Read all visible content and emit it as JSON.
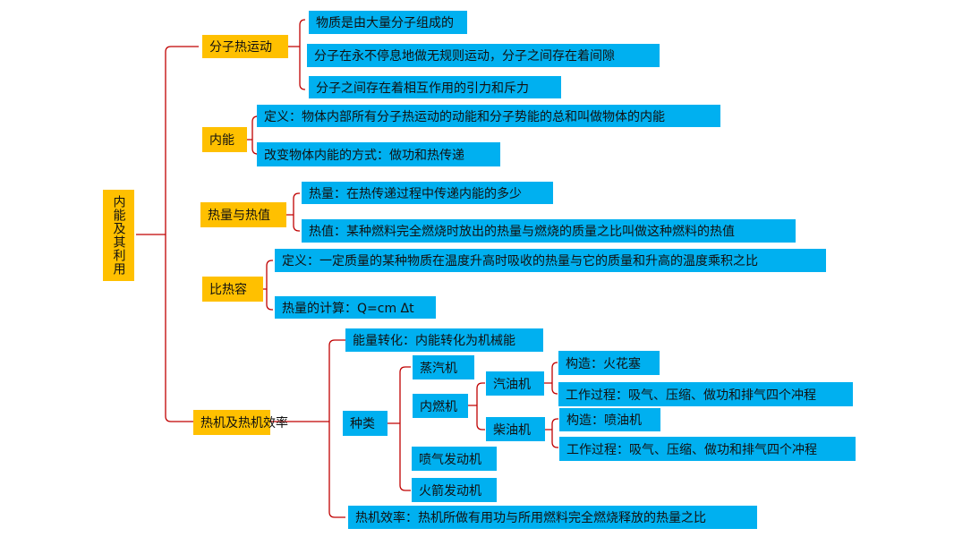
{
  "colors": {
    "topic": "#FFC000",
    "leaf": "#00B0F0",
    "line": "#C00000"
  },
  "root": "内能及其利用",
  "topics": {
    "molecular": "分子热运动",
    "internal": "内能",
    "heat": "热量与热值",
    "specific": "比热容",
    "engine": "热机及热机效率"
  },
  "molecular": [
    "物质是由大量分子组成的",
    "分子在永不停息地做无规则运动，分子之间存在着间隙",
    "分子之间存在着相互作用的引力和斥力"
  ],
  "internal": [
    "定义：物体内部所有分子热运动的动能和分子势能的总和叫做物体的内能",
    "改变物体内能的方式：做功和热传递"
  ],
  "heat": [
    "热量：在热传递过程中传递内能的多少",
    "热值：某种燃料完全燃烧时放出的热量与燃烧的质量之比叫做这种燃料的热值"
  ],
  "specific": [
    "定义：一定质量的某种物质在温度升高时吸收的热量与它的质量和升高的温度乘积之比",
    "热量的计算：Q=cm Δt"
  ],
  "engine": {
    "energy": "能量转化：内能转化为机械能",
    "types": "种类",
    "steam": "蒸汽机",
    "ice": "内燃机",
    "gasoline": "汽油机",
    "diesel": "柴油机",
    "gas_struct": "构造：火花塞",
    "gas_process": "工作过程：吸气、压缩、做功和排气四个冲程",
    "diesel_struct": "构造：喷油机",
    "diesel_process": "工作过程：吸气、压缩、做功和排气四个冲程",
    "jet": "喷气发动机",
    "rocket": "火箭发动机",
    "efficiency": "热机效率：热机所做有用功与所用燃料完全燃烧释放的热量之比"
  }
}
